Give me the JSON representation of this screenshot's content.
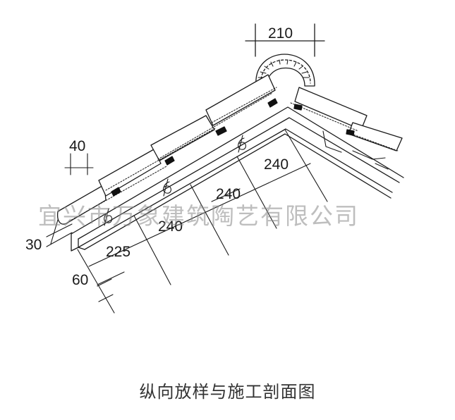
{
  "dimensions": {
    "ridge_width": "210",
    "tile_thickness": "40",
    "eave_overhang": "30",
    "eave_depth": "60",
    "first_spacing": "225",
    "spacing_1": "240",
    "spacing_2": "240",
    "spacing_3": "240"
  },
  "watermark": "宜兴市万象建筑陶艺有限公司",
  "caption": "纵向放样与施工剖面图",
  "colors": {
    "line": "#1a1a1a",
    "mortar": "#111111",
    "watermark": "#8a8a8a"
  }
}
